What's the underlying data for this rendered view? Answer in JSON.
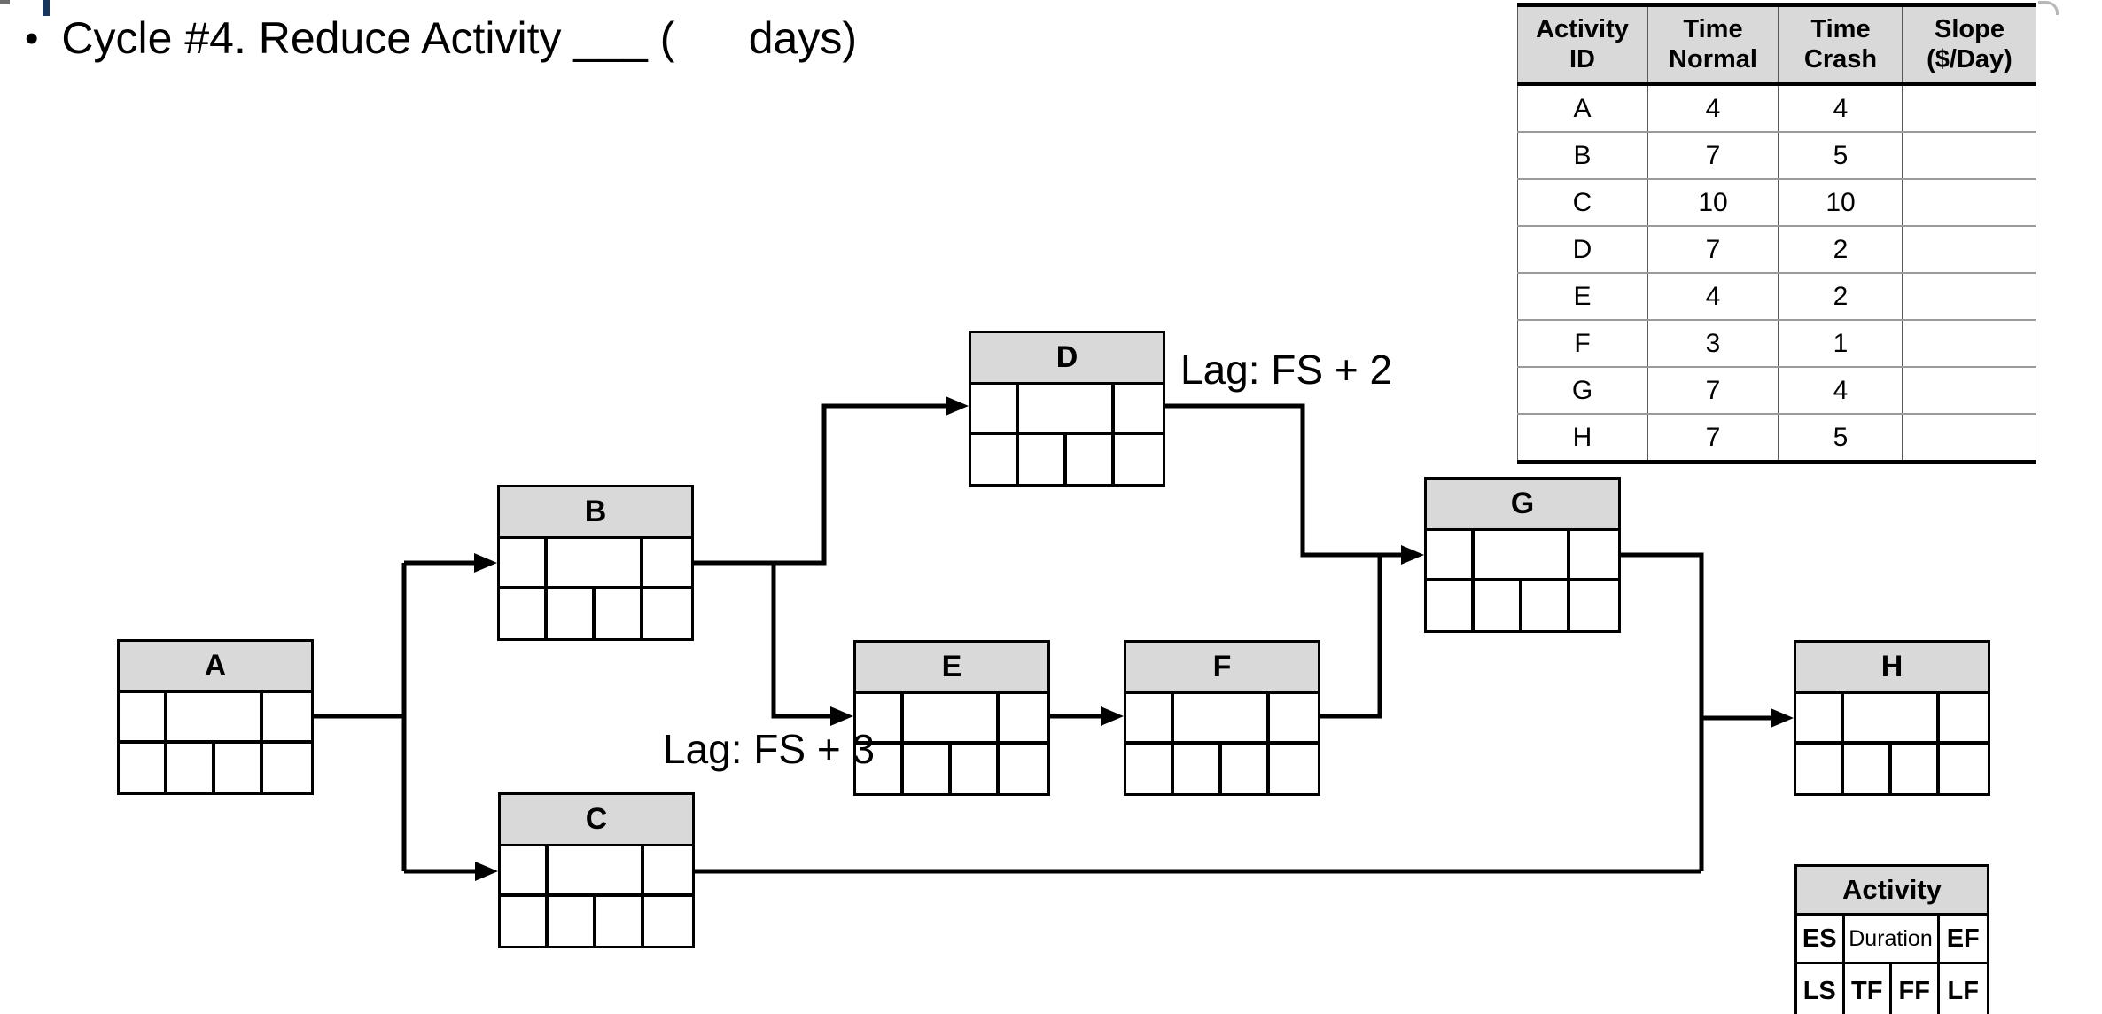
{
  "title": {
    "bullet": "•",
    "text": "Cycle #4. Reduce Activity ___ (      days)"
  },
  "crash_table": {
    "columns": [
      {
        "line1": "Activity",
        "line2": "ID"
      },
      {
        "line1": "Time",
        "line2": "Normal"
      },
      {
        "line1": "Time",
        "line2": "Crash"
      },
      {
        "line1": "Slope",
        "line2": "($/Day)"
      }
    ],
    "rows": [
      {
        "id": "A",
        "normal": "4",
        "crash": "4",
        "slope": ""
      },
      {
        "id": "B",
        "normal": "7",
        "crash": "5",
        "slope": ""
      },
      {
        "id": "C",
        "normal": "10",
        "crash": "10",
        "slope": ""
      },
      {
        "id": "D",
        "normal": "7",
        "crash": "2",
        "slope": ""
      },
      {
        "id": "E",
        "normal": "4",
        "crash": "2",
        "slope": ""
      },
      {
        "id": "F",
        "normal": "3",
        "crash": "1",
        "slope": ""
      },
      {
        "id": "G",
        "normal": "7",
        "crash": "4",
        "slope": ""
      },
      {
        "id": "H",
        "normal": "7",
        "crash": "5",
        "slope": ""
      }
    ]
  },
  "network": {
    "nodes": [
      {
        "id": "A",
        "label": "A",
        "es": "",
        "duration": "",
        "ef": "",
        "ls": "",
        "tf": "",
        "ff": "",
        "lf": ""
      },
      {
        "id": "B",
        "label": "B",
        "es": "",
        "duration": "",
        "ef": "",
        "ls": "",
        "tf": "",
        "ff": "",
        "lf": ""
      },
      {
        "id": "C",
        "label": "C",
        "es": "",
        "duration": "",
        "ef": "",
        "ls": "",
        "tf": "",
        "ff": "",
        "lf": ""
      },
      {
        "id": "D",
        "label": "D",
        "es": "",
        "duration": "",
        "ef": "",
        "ls": "",
        "tf": "",
        "ff": "",
        "lf": ""
      },
      {
        "id": "E",
        "label": "E",
        "es": "",
        "duration": "",
        "ef": "",
        "ls": "",
        "tf": "",
        "ff": "",
        "lf": ""
      },
      {
        "id": "F",
        "label": "F",
        "es": "",
        "duration": "",
        "ef": "",
        "ls": "",
        "tf": "",
        "ff": "",
        "lf": ""
      },
      {
        "id": "G",
        "label": "G",
        "es": "",
        "duration": "",
        "ef": "",
        "ls": "",
        "tf": "",
        "ff": "",
        "lf": ""
      },
      {
        "id": "H",
        "label": "H",
        "es": "",
        "duration": "",
        "ef": "",
        "ls": "",
        "tf": "",
        "ff": "",
        "lf": ""
      }
    ],
    "lag_labels": [
      {
        "id": "fs2",
        "text": "Lag: FS + 2"
      },
      {
        "id": "fs3",
        "text": "Lag: FS + 3"
      }
    ]
  },
  "legend": {
    "title": "Activity",
    "top_row": [
      "ES",
      "Duration",
      "EF"
    ],
    "bottom_row": [
      "LS",
      "TF",
      "FF",
      "LF"
    ]
  },
  "colors": {
    "node_header_fill": "#d9d9d9",
    "table_header_fill": "#d9d9d9",
    "line_color": "#000000"
  }
}
